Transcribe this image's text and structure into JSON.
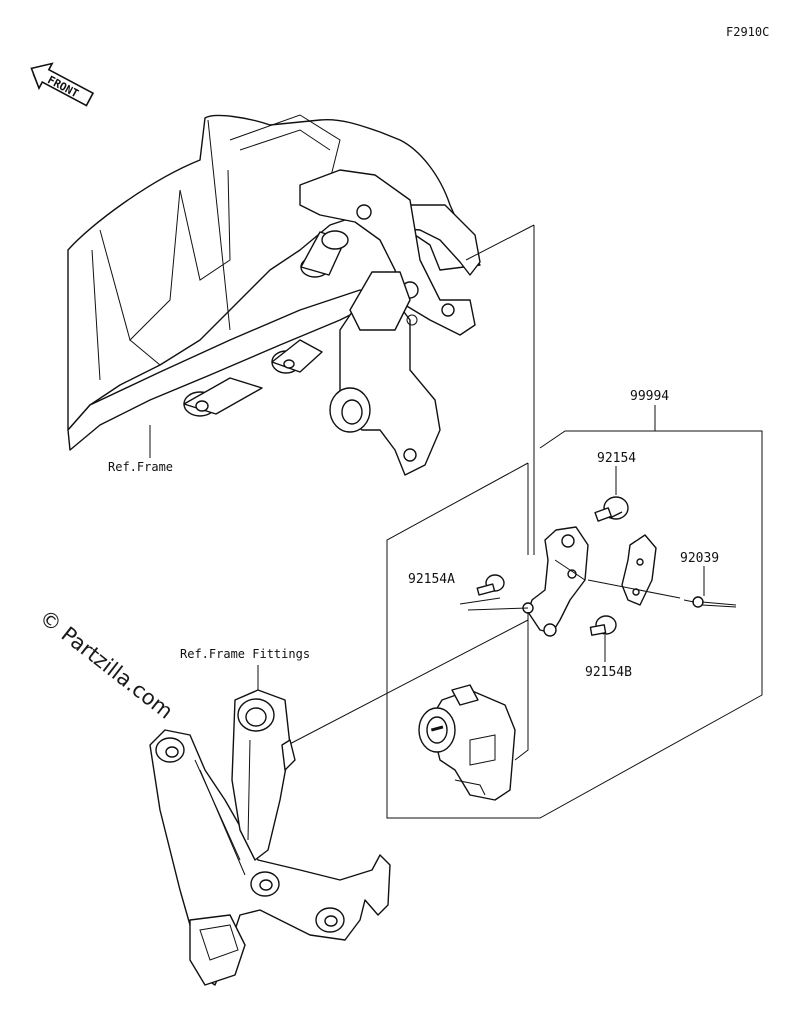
{
  "figure_code": "F2910C",
  "front_badge": "FRONT",
  "watermark": "© Partzilla.com",
  "references": {
    "frame": "Ref.Frame",
    "frame_fittings": "Ref.Frame Fittings"
  },
  "parts": {
    "kit": "99994",
    "bolt_top": "92154",
    "bolt_a": "92154A",
    "bolt_b": "92154B",
    "pin": "92039"
  },
  "icons": [
    "front-arrow-icon"
  ]
}
